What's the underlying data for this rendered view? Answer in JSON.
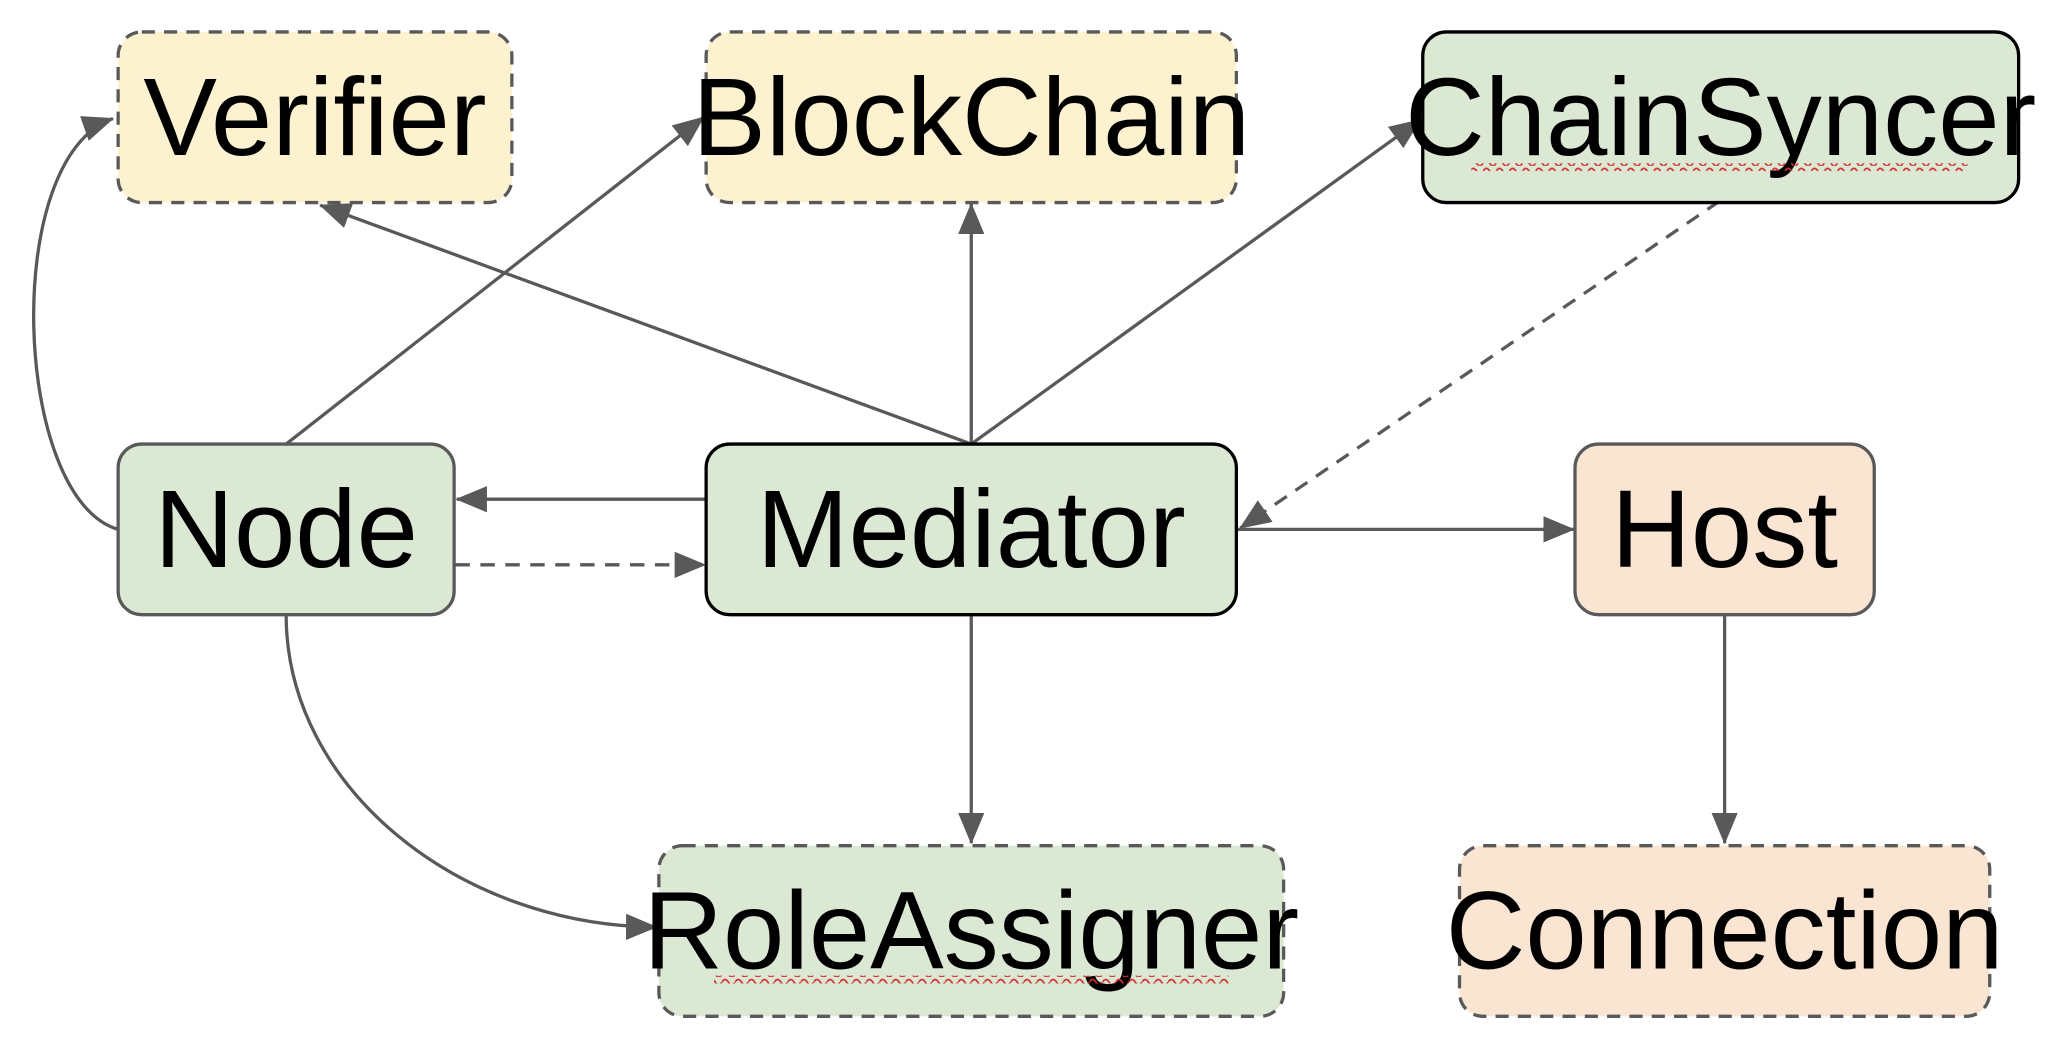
{
  "nodes": [
    {
      "id": "verifier",
      "label": "Verifier",
      "style": "dashed",
      "fill": "#fdf2d0"
    },
    {
      "id": "blockchain",
      "label": "BlockChain",
      "style": "dashed",
      "fill": "#fdf2d0"
    },
    {
      "id": "chainsyncer",
      "label": "ChainSyncer",
      "style": "solid",
      "fill": "#dbe8d4",
      "spellcheck_underline": true
    },
    {
      "id": "node",
      "label": "Node",
      "style": "solid",
      "fill": "#dbe8d4"
    },
    {
      "id": "mediator",
      "label": "Mediator",
      "style": "solid",
      "fill": "#dbe8d4"
    },
    {
      "id": "host",
      "label": "Host",
      "style": "solid",
      "fill": "#f9e5d1"
    },
    {
      "id": "roleassigner",
      "label": "RoleAssigner",
      "style": "dashed",
      "fill": "#dbe8d4",
      "spellcheck_underline": true
    },
    {
      "id": "connection",
      "label": "Connection",
      "style": "dashed",
      "fill": "#f9e5d1"
    }
  ],
  "edges": [
    {
      "from": "node",
      "to": "verifier",
      "style": "solid"
    },
    {
      "from": "node",
      "to": "blockchain",
      "style": "solid"
    },
    {
      "from": "mediator",
      "to": "verifier",
      "style": "solid"
    },
    {
      "from": "mediator",
      "to": "blockchain",
      "style": "solid"
    },
    {
      "from": "mediator",
      "to": "chainsyncer",
      "style": "solid"
    },
    {
      "from": "chainsyncer",
      "to": "mediator",
      "style": "dashed"
    },
    {
      "from": "mediator",
      "to": "node",
      "style": "solid"
    },
    {
      "from": "node",
      "to": "mediator",
      "style": "dashed"
    },
    {
      "from": "mediator",
      "to": "host",
      "style": "solid"
    },
    {
      "from": "mediator",
      "to": "roleassigner",
      "style": "solid"
    },
    {
      "from": "node",
      "to": "roleassigner",
      "style": "solid"
    },
    {
      "from": "host",
      "to": "connection",
      "style": "solid"
    }
  ],
  "colors": {
    "edge": "#595959",
    "border_solid": "#000000",
    "border_dashed": "#595959",
    "spellcheck": "#d32f2f"
  }
}
